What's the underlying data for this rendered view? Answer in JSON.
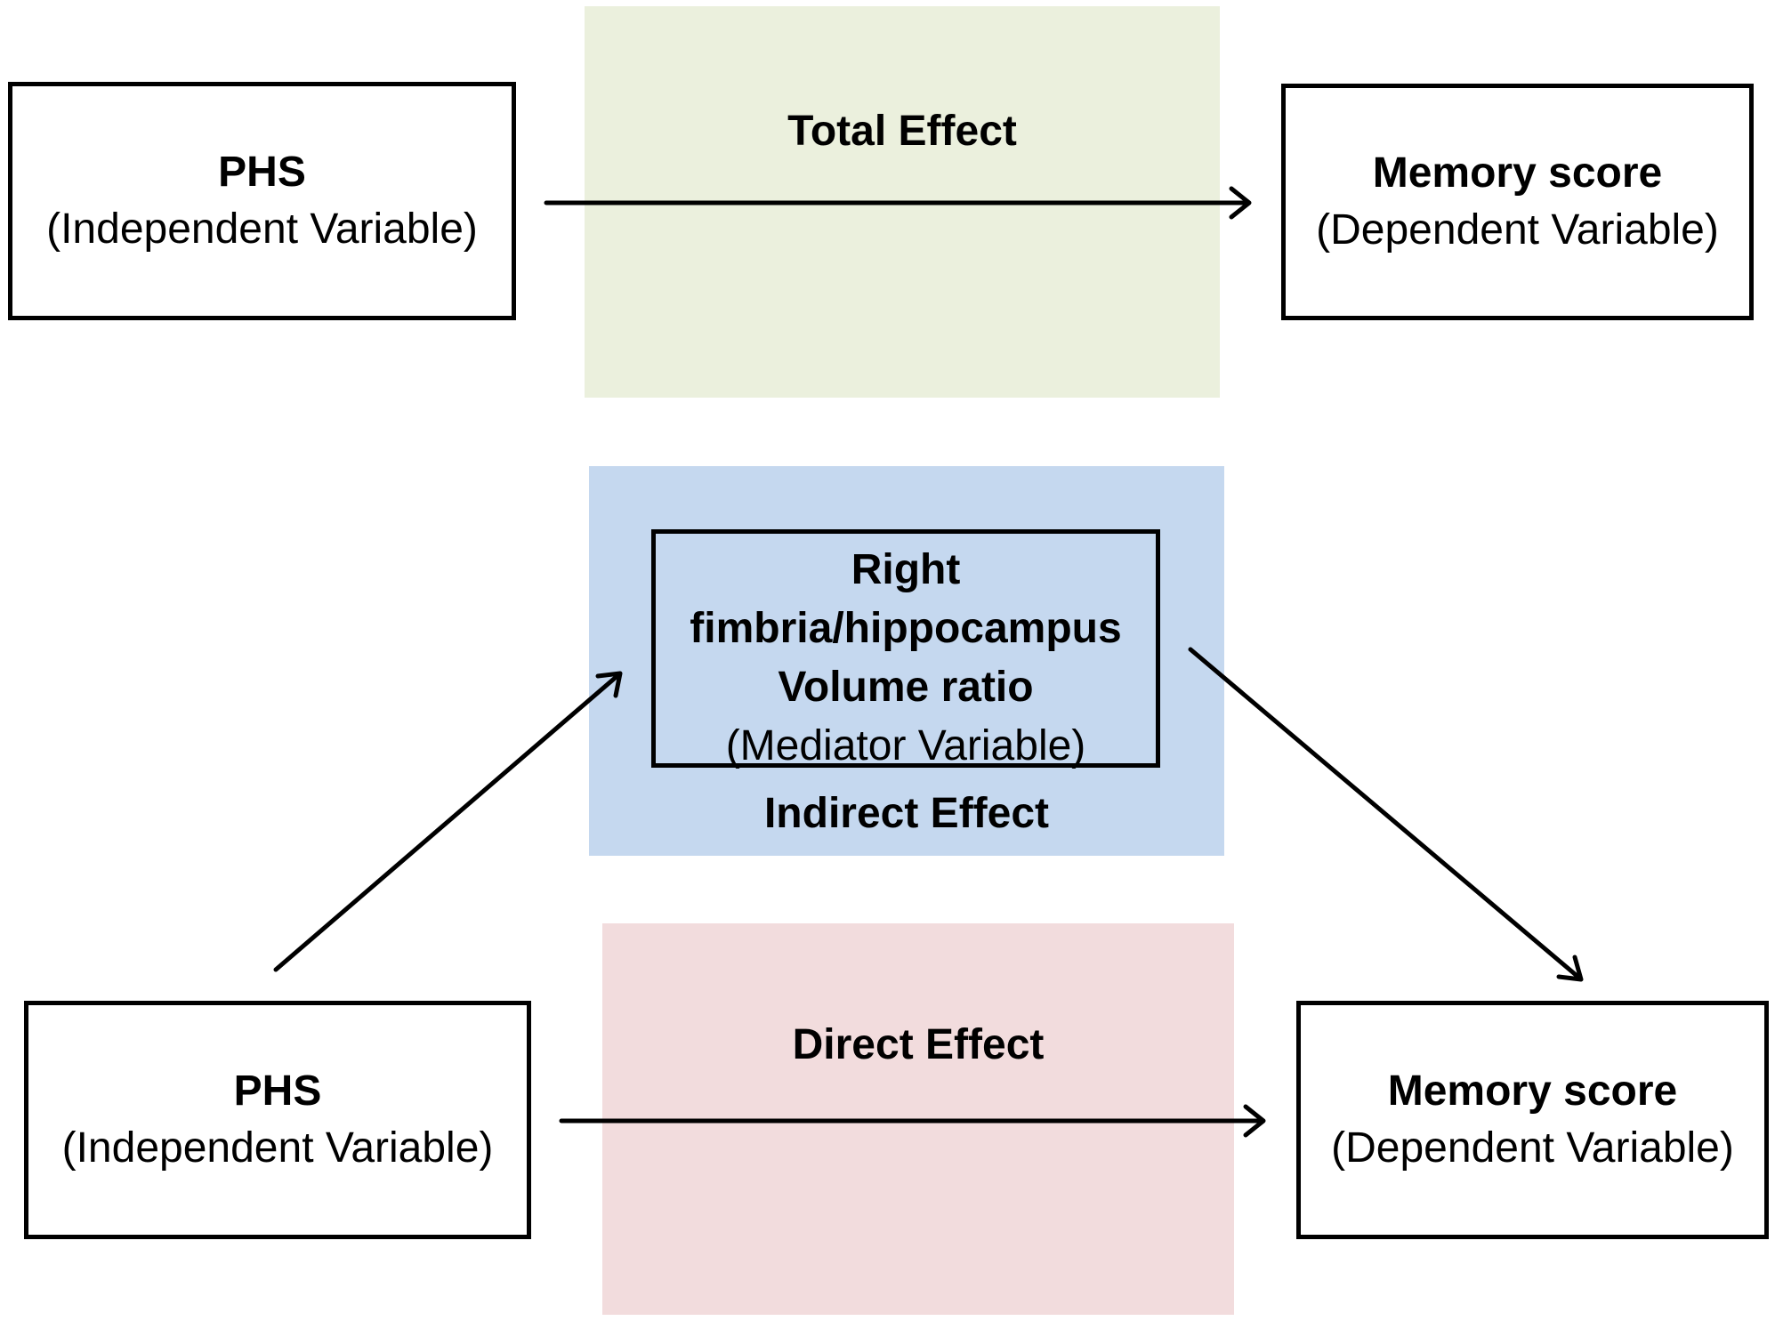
{
  "colors": {
    "total_panel": "#ebf0dd",
    "indirect_panel": "#c5d8ef",
    "direct_panel": "#f2dcdd",
    "stroke": "#000000"
  },
  "total_effect": {
    "label": "Total Effect",
    "independent": {
      "title": "PHS",
      "role": "(Independent Variable)"
    },
    "dependent": {
      "title": "Memory score",
      "role": "(Dependent Variable)"
    }
  },
  "indirect_effect": {
    "label": "Indirect Effect",
    "mediator": {
      "line1": "Right",
      "line2": "fimbria/hippocampus",
      "line3": "Volume ratio",
      "role": "(Mediator Variable)"
    }
  },
  "direct_effect": {
    "label": "Direct  Effect",
    "independent": {
      "title": "PHS",
      "role": "(Independent Variable)"
    },
    "dependent": {
      "title": "Memory score",
      "role": "(Dependent Variable)"
    }
  }
}
